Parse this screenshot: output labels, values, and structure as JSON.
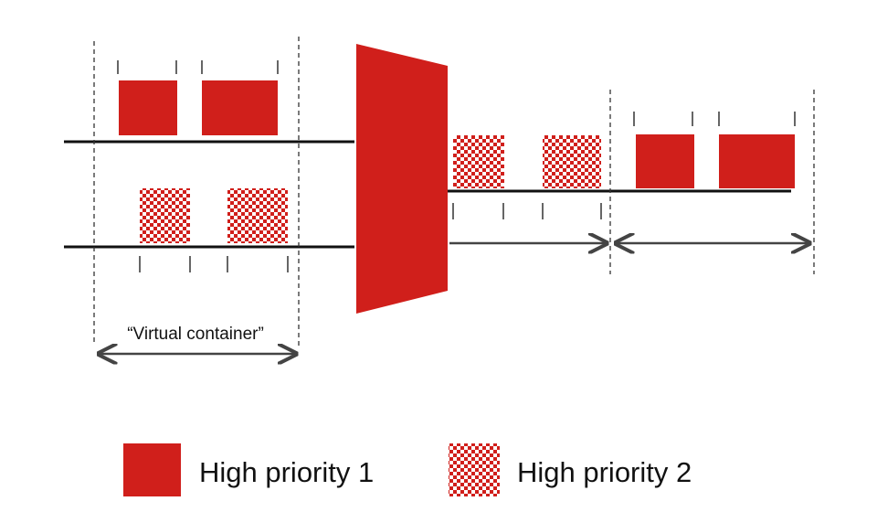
{
  "colors": {
    "priority_red": "#d01f1b",
    "checker_light": "#ffffff",
    "line": "#111111",
    "arrow": "#444444",
    "dashed": "#333333"
  },
  "diagram": {
    "virtual_container_label": "“Virtual container”"
  },
  "legend": {
    "items": [
      {
        "label": "High priority 1",
        "style": "solid"
      },
      {
        "label": "High priority 2",
        "style": "checkered"
      }
    ]
  }
}
